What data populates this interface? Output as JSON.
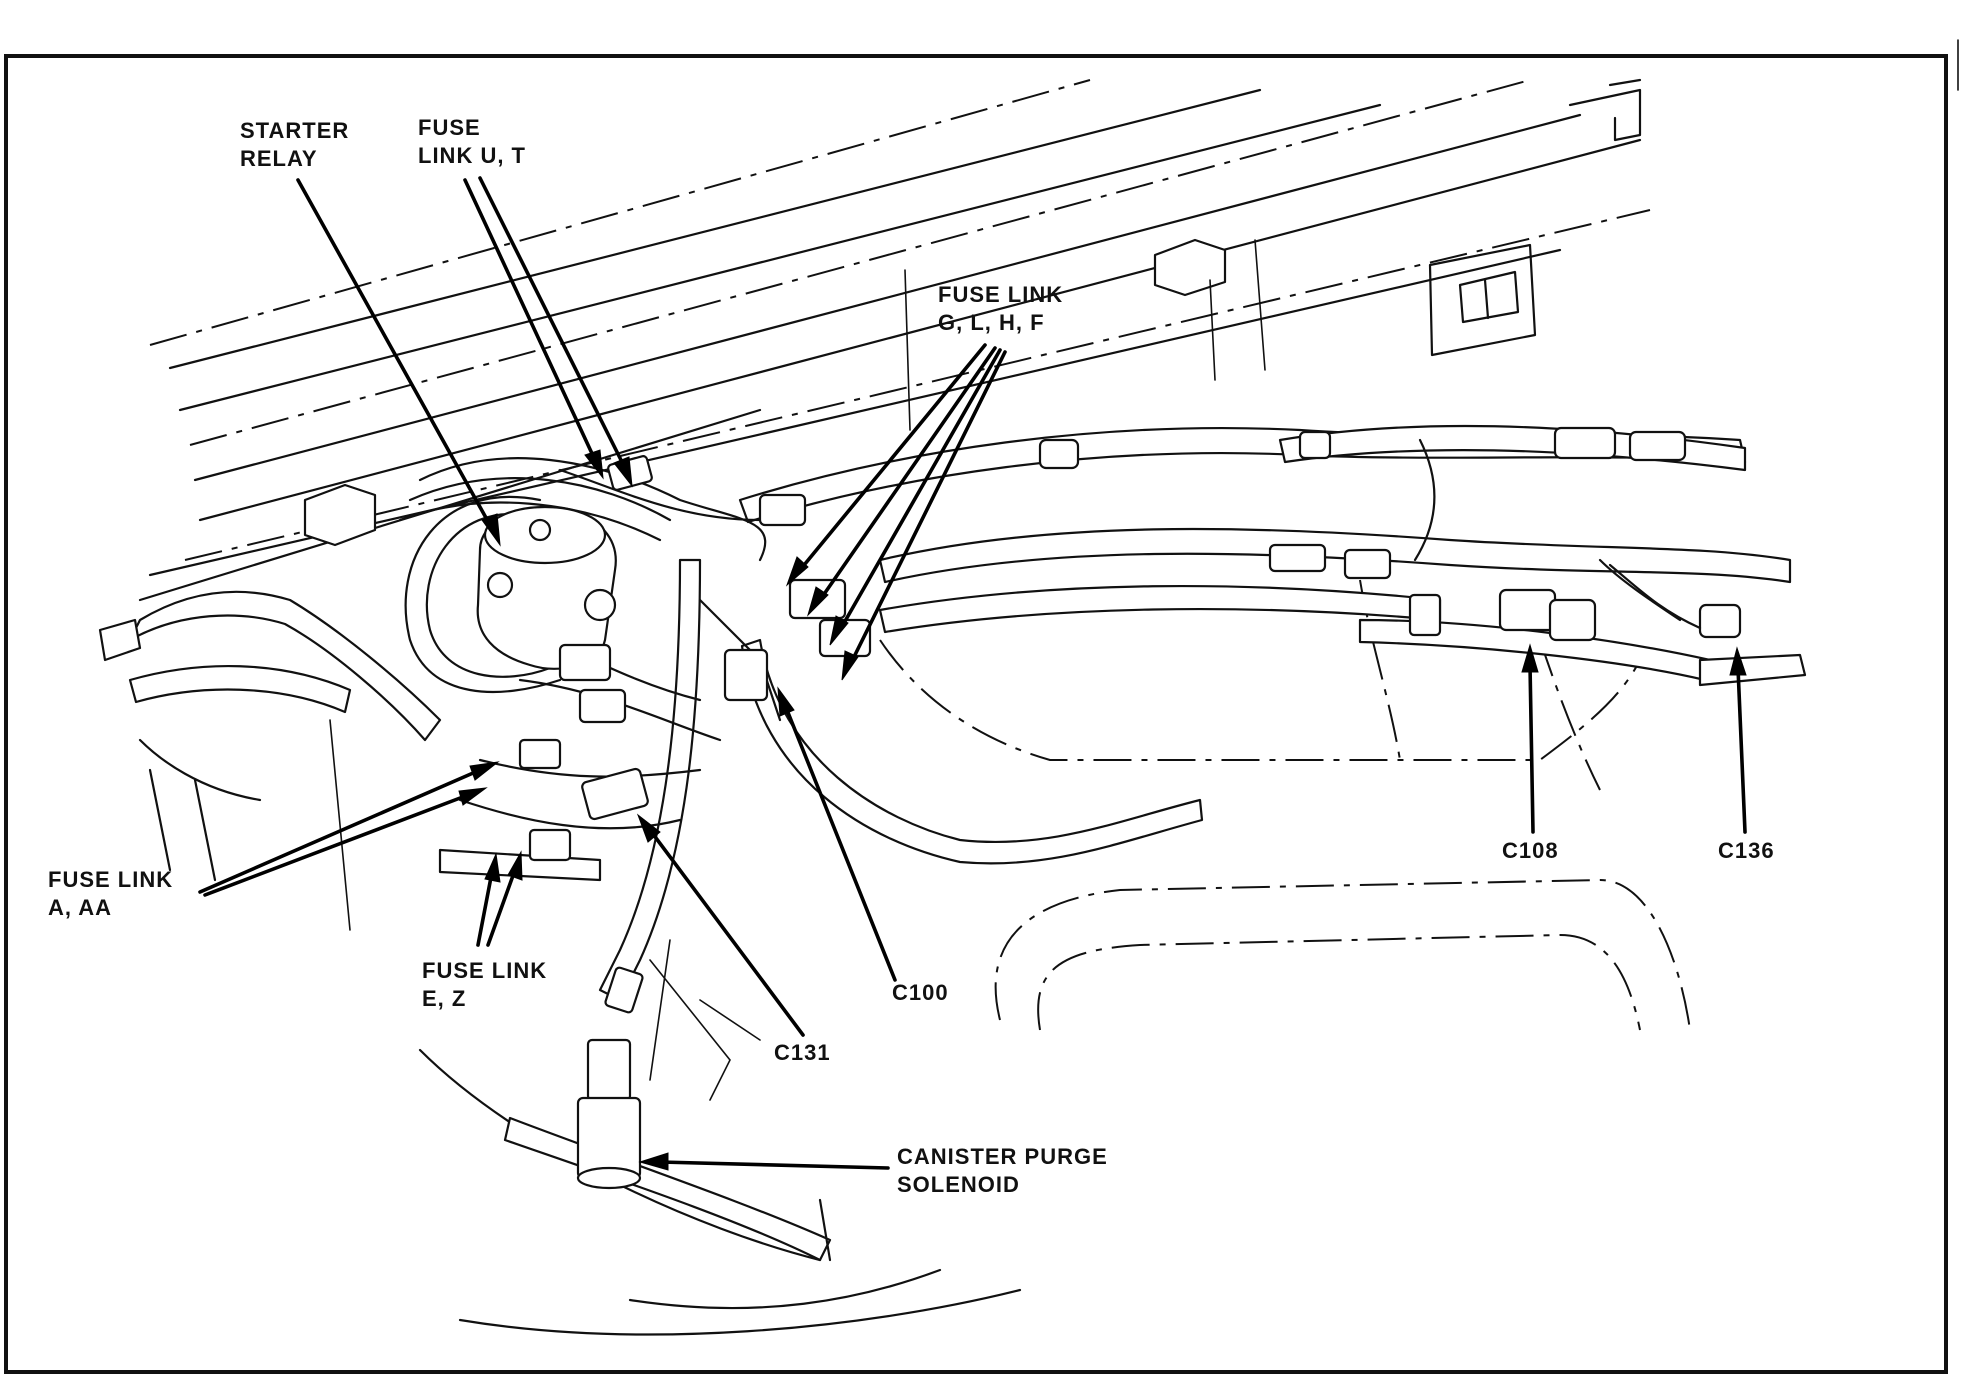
{
  "labels": {
    "starter_relay": [
      "STARTER",
      "RELAY"
    ],
    "fuse_link_ut": [
      "FUSE",
      "LINK U, T"
    ],
    "fuse_link_glhf": [
      "FUSE LINK",
      "G, L, H, F"
    ],
    "fuse_link_a_aa": [
      "FUSE LINK",
      "A, AA"
    ],
    "fuse_link_e_z": [
      "FUSE LINK",
      "E, Z"
    ],
    "c100": "C100",
    "c131": "C131",
    "c108": "C108",
    "c136": "C136",
    "canister_purge_solenoid": [
      "CANISTER PURGE",
      "SOLENOID"
    ]
  },
  "colors": {
    "ink": "#111111",
    "background": "#ffffff"
  }
}
